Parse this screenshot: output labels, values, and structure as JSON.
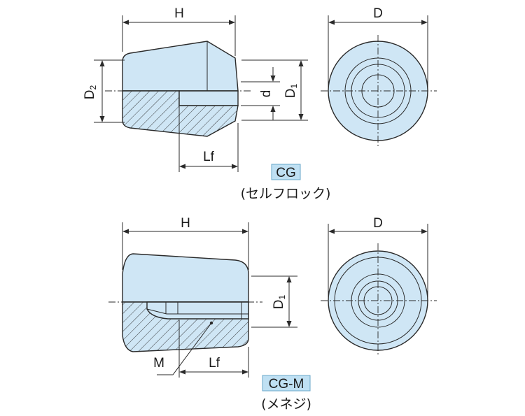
{
  "views": {
    "cg": {
      "model": "CG",
      "caption": "(セルフロック)",
      "dims": {
        "H": "H",
        "D": "D",
        "D2": "D",
        "D2_sub": "2",
        "d": "d",
        "D1": "D",
        "D1_sub": "1",
        "Lf": "Lf"
      }
    },
    "cgm": {
      "model": "CG-M",
      "caption": "(メネジ)",
      "dims": {
        "H": "H",
        "D": "D",
        "D1": "D",
        "D1_sub": "1",
        "M": "M",
        "Lf": "Lf"
      }
    }
  },
  "colors": {
    "body": "#cfe6f5",
    "badge": "#bfe0f3",
    "line": "#2a2a2a"
  }
}
